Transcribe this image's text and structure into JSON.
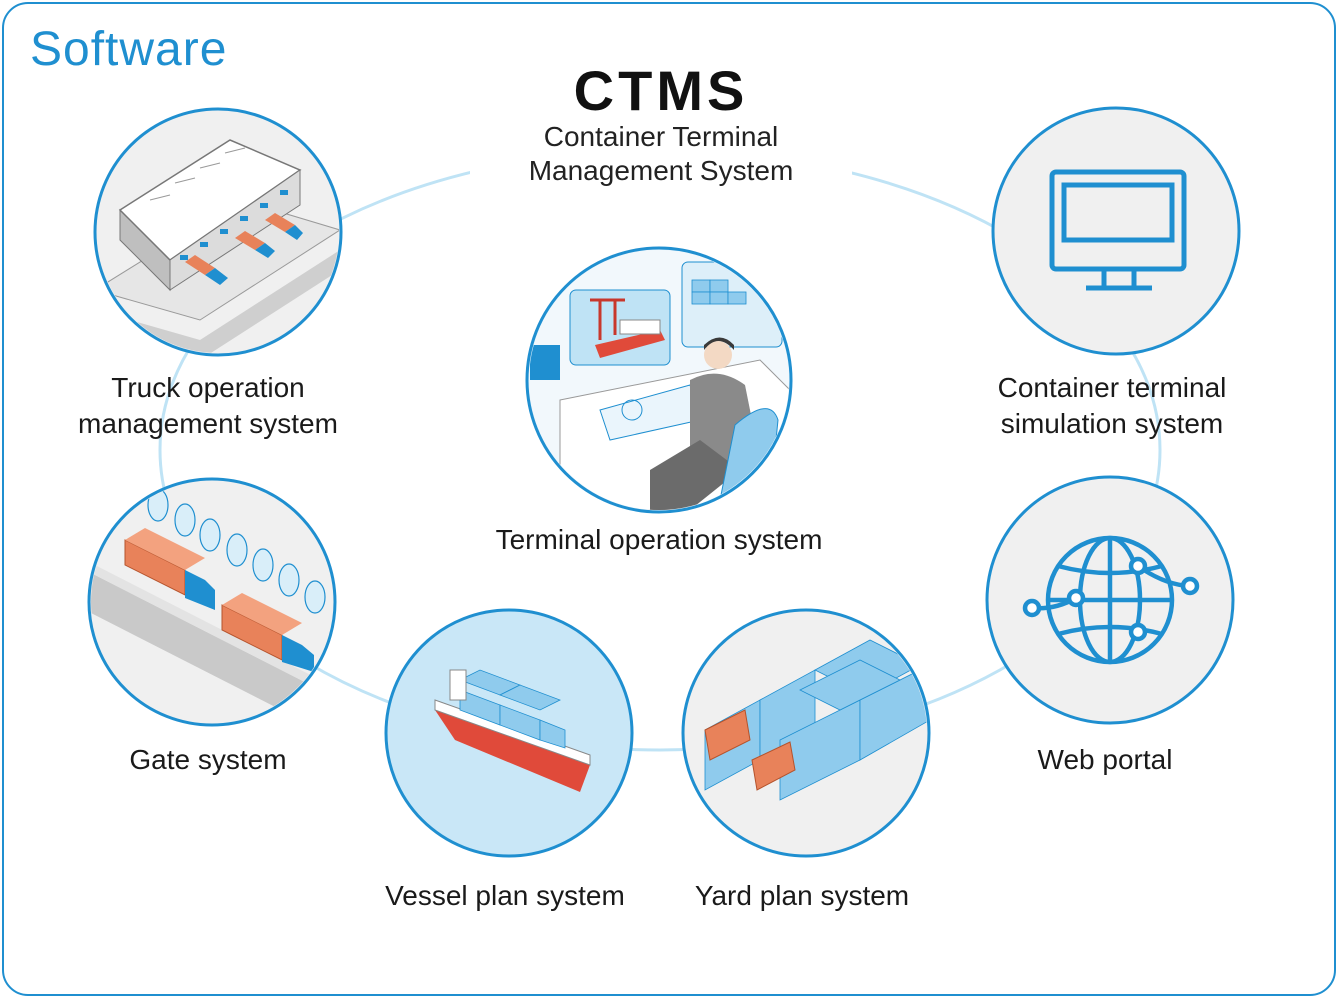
{
  "section_title": "Software",
  "center": {
    "title": "CTMS",
    "subtitle_line1": "Container Terminal",
    "subtitle_line2": "Management System"
  },
  "nodes": {
    "truck": {
      "line1": "Truck operation",
      "line2": "management system"
    },
    "terminal": {
      "line1": "Terminal operation system"
    },
    "simulation": {
      "line1": "Container terminal",
      "line2": "simulation system"
    },
    "gate": {
      "line1": "Gate system"
    },
    "vessel": {
      "line1": "Vessel plan system"
    },
    "yard": {
      "line1": "Yard plan system"
    },
    "web": {
      "line1": "Web portal"
    }
  },
  "colors": {
    "accent": "#1f8fd0",
    "ring": "#bfe3f5",
    "circle_fill": "#f0f0f0",
    "container_orange": "#e8825a",
    "container_blue": "#8fcbed"
  },
  "icons": [
    "monitor-icon",
    "globe-network-icon"
  ]
}
